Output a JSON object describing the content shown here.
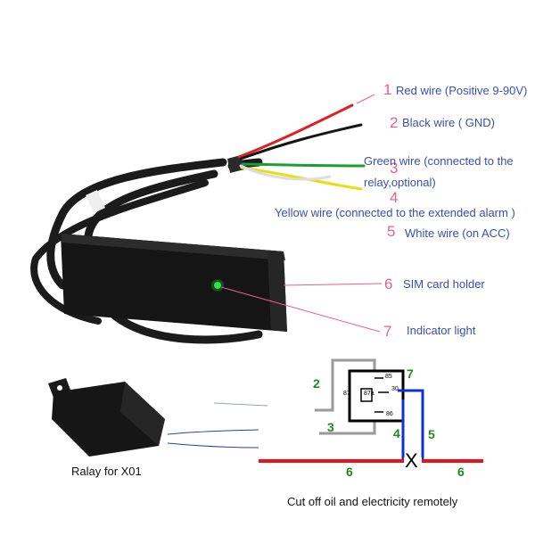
{
  "wires": [
    {
      "num": "1",
      "label": "Red wire (Positive 9-90V)"
    },
    {
      "num": "2",
      "label": "Black wire ( GND)"
    },
    {
      "num": "3",
      "label": "Green wire (connected to the"
    },
    {
      "num": "4",
      "label": "Yellow wire (connected to the extended alarm )"
    },
    {
      "num": "5",
      "label": "White wire (on ACC)"
    },
    {
      "num": "6",
      "label": "SIM card holder"
    },
    {
      "num": "7",
      "label": "Indicator light"
    }
  ],
  "green_wire_line2": "relay,optional)",
  "relay_caption": "Ralay for X01",
  "diagram": {
    "pins": {
      "p85": "85",
      "p30": "30",
      "p87": "87",
      "p87a": "87a",
      "p86": "86"
    },
    "marks": {
      "m2": "2",
      "m3": "3",
      "m4": "4",
      "m5": "5",
      "m6a": "6",
      "m6b": "6",
      "m7": "7"
    },
    "cut": "X",
    "caption": "Cut off oil and electricity remotely"
  },
  "colors": {
    "label_text": "#3a4fb0",
    "number": "#e8608a",
    "diagram_number": "#1f8a1f",
    "red_line": "#e8141c",
    "blue_line": "#1030d0"
  }
}
